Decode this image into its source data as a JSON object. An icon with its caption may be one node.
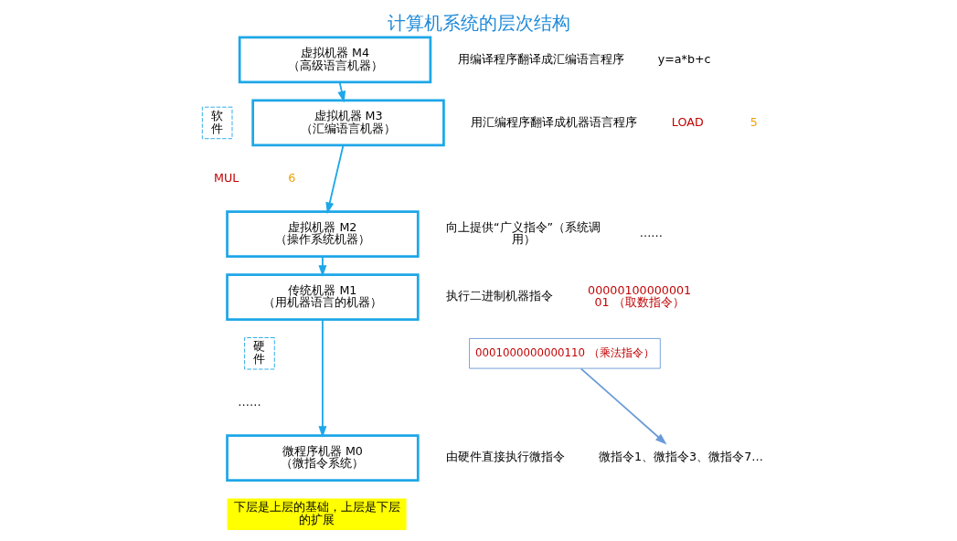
{
  "diagram": {
    "title": "计算机系统的层次结构",
    "nodes": [
      {
        "text": [
          "虚拟机器 M4 （高级语言机器）"
        ]
      },
      {
        "text": [
          "虚拟机器 M3 （汇编语言机器）"
        ]
      },
      {
        "text": [
          "虚拟机器 M2 （操作系统机器）"
        ]
      },
      {
        "text": [
          "传统机器 M1 （用机器语言的机器）"
        ]
      },
      {
        "text": [
          "微程序机器 M0 （微指令系统）"
        ]
      },
      {
        "text": [
          "软件"
        ]
      },
      {
        "text": [
          "硬件"
        ]
      },
      {
        "text": [
          "0001000000000110 （乘法指令）"
        ]
      },
      {
        "text": [
          "微指令1、微指令3、微指令7…"
        ]
      }
    ],
    "edges": [
      {
        "from": 0,
        "to": 1,
        "arrow": "to"
      },
      {
        "from": 1,
        "to": 2,
        "arrow": "to"
      },
      {
        "from": 2,
        "to": 3,
        "arrow": "to"
      },
      {
        "from": 3,
        "to": 4,
        "arrow": "to"
      },
      {
        "from": 7,
        "to": 8,
        "arrow": "to",
        "color": "#6a9bd8"
      }
    ],
    "labels": [
      "用编译程序翻译成汇编语言程序",
      "y=a*b+c",
      "用汇编程序翻译成机器语言程序",
      "LOAD",
      "5",
      "MUL",
      "6",
      "……",
      "向上提供“广义指令”（系统调用）",
      "执行二进制机器指令",
      "0000010000000101 （取数指令）",
      "……",
      "由硬件直接执行微指令",
      "下层是上层的基础，上层是下层的扩展"
    ]
  }
}
